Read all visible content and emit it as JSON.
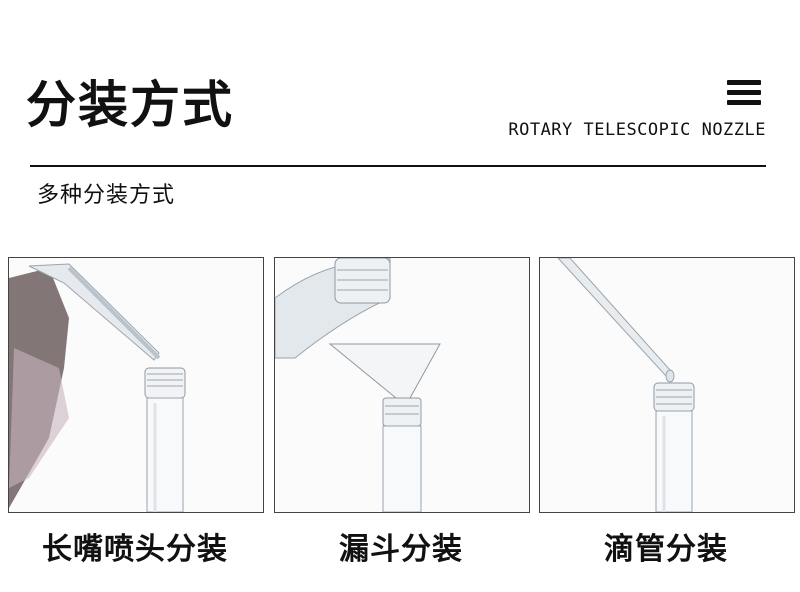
{
  "header": {
    "title": "分装方式",
    "english": "ROTARY TELESCOPIC NOZZLE",
    "subtitle": "多种分装方式"
  },
  "panels": [
    {
      "caption": "长嘴喷头分装"
    },
    {
      "caption": "漏斗分装"
    },
    {
      "caption": "滴管分装"
    }
  ]
}
